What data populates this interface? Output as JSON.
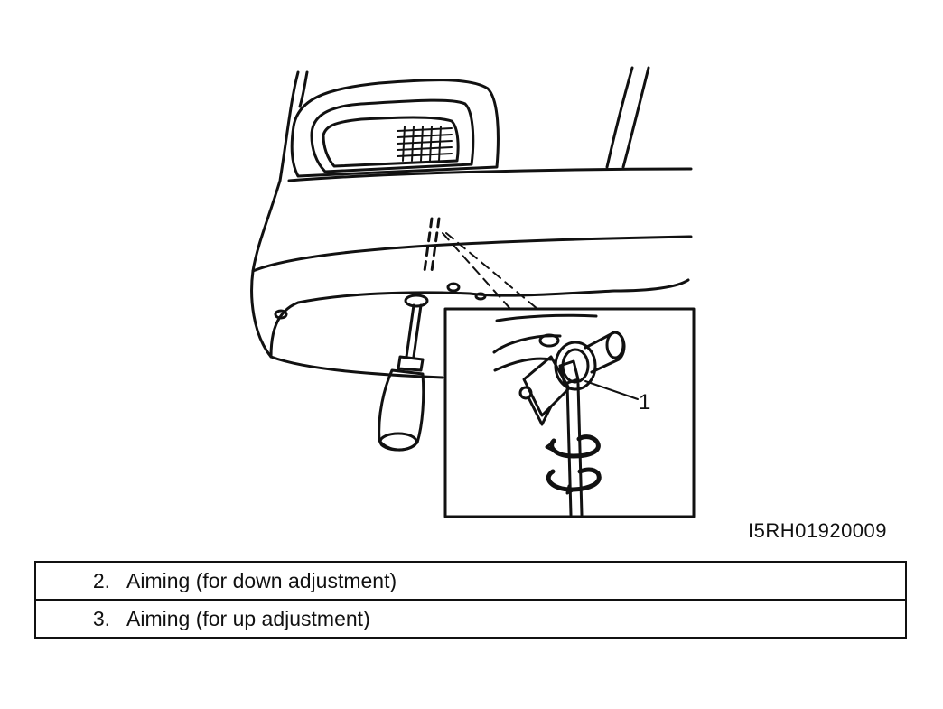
{
  "figure": {
    "callout_label": "1",
    "figure_id": "I5RH01920009"
  },
  "legend": [
    {
      "number": "2.",
      "text": "Aiming (for down adjustment)"
    },
    {
      "number": "3.",
      "text": "Aiming (for up adjustment)"
    }
  ]
}
